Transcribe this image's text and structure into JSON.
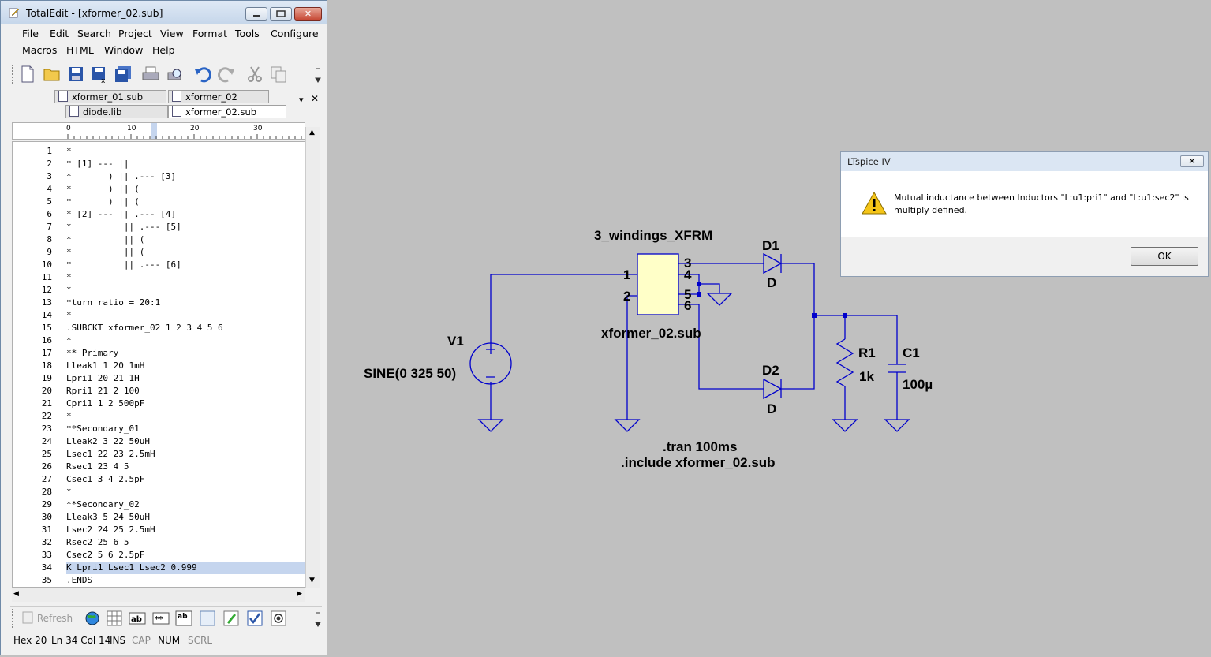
{
  "editor_window": {
    "title": "TotalEdit - [xformer_02.sub]",
    "menu_row1": [
      "File",
      "Edit",
      "Search",
      "Project",
      "View",
      "Format",
      "Tools",
      "Configure"
    ],
    "menu_row2": [
      "Macros",
      "HTML",
      "Window",
      "Help"
    ],
    "tabs_row1": [
      "xformer_01.sub",
      "xformer_02"
    ],
    "tabs_row2": [
      "diode.lib",
      "xformer_02.sub"
    ],
    "active_tab": "xformer_02.sub",
    "ruler": [
      "0",
      "10",
      "20",
      "30"
    ],
    "highlighted_line": 34,
    "lines": [
      "*",
      "* [1] --- ||",
      "*       ) || .--- [3]",
      "*       ) || (",
      "*       ) || (",
      "* [2] --- || .--- [4]",
      "*          || .--- [5]",
      "*          || (",
      "*          || (",
      "*          || .--- [6]",
      "*",
      "*",
      "*turn ratio = 20:1",
      "*",
      ".SUBCKT xformer_02 1 2 3 4 5 6",
      "*",
      "** Primary",
      "Lleak1 1 20 1mH",
      "Lpri1 20 21 1H",
      "Rpri1 21 2 100",
      "Cpri1 1 2 500pF",
      "*",
      "**Secondary_01",
      "Lleak2 3 22 50uH",
      "Lsec1 22 23 2.5mH",
      "Rsec1 23 4 5",
      "Csec1 3 4 2.5pF",
      "*",
      "**Secondary_02",
      "Lleak3 5 24 50uH",
      "Lsec2 24 25 2.5mH",
      "Rsec2 25 6 5",
      "Csec2 5 6 2.5pF",
      "K Lpri1 Lsec1 Lsec2 0.999",
      ".ENDS"
    ],
    "bottom_toolbar": {
      "refresh_label": "Refresh"
    },
    "status": {
      "hex": "Hex 20",
      "pos": "Ln 34 Col 14",
      "ins": "INS",
      "cap": "CAP",
      "num": "NUM",
      "scrl": "SCRL"
    }
  },
  "schematic": {
    "xfrm_name": "3_windings_XFRM",
    "xfrm_value": "xformer_02.sub",
    "pin_1": "1",
    "pin_2": "2",
    "pin_3": "3",
    "pin_4": "4",
    "pin_5": "5",
    "pin_6": "6",
    "v1_name": "V1",
    "v1_value": "SINE(0 325 50)",
    "d1_name": "D1",
    "d1_value": "D",
    "d2_name": "D2",
    "d2_value": "D",
    "r1_name": "R1",
    "r1_value": "1k",
    "c1_name": "C1",
    "c1_value": "100µ",
    "directive_tran": ".tran 100ms",
    "directive_include": ".include xformer_02.sub",
    "wire_color": "#0000cc",
    "symbol_fill": "#ffffc8"
  },
  "dialog": {
    "title": "LTspice IV",
    "message_line1": "Mutual inductance between Inductors \"L:u1:pri1\" and \"L:u1:sec2\" is",
    "message_line2": "multiply defined.",
    "ok_label": "OK",
    "icon": "warning-icon"
  }
}
